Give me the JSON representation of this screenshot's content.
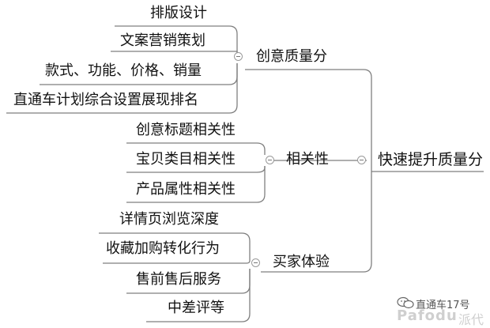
{
  "mindmap": {
    "root": "快速提升质量分",
    "branches": [
      {
        "label": "创意质量分",
        "children": [
          "排版设计",
          "文案营销策划",
          "款式、功能、价格、销量",
          "直通车计划综合设置展现排名"
        ]
      },
      {
        "label": "相关性",
        "children": [
          "创意标题相关性",
          "宝贝类目相关性",
          "产品属性相关性"
        ]
      },
      {
        "label": "买家体验",
        "children": [
          "详情页浏览深度",
          "收藏加购转化行为",
          "售前售后服务",
          "中差评等"
        ]
      }
    ]
  },
  "watermark": {
    "account": "直通车17号",
    "logo": "Pafodu",
    "logo_cn": "派代"
  }
}
